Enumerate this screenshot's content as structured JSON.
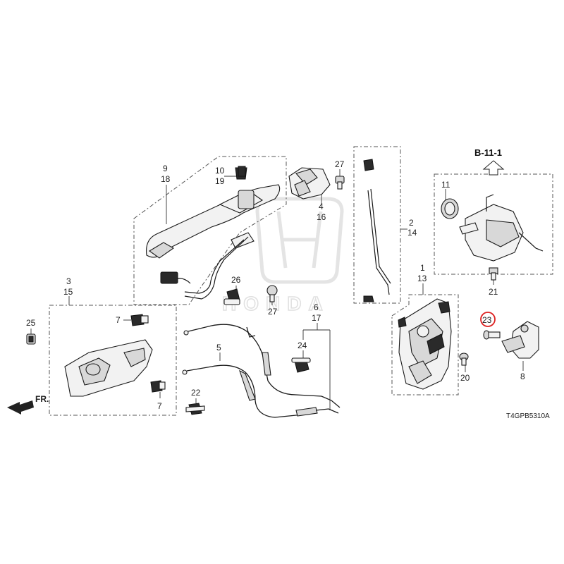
{
  "diagram": {
    "drawing_code": "T4GPB5310A",
    "reference": "B-11-1",
    "direction_label": "FR.",
    "watermark_brand": "HONDA",
    "highlighted_label": "23",
    "callouts": {
      "c9": "9",
      "c18": "18",
      "c10": "10",
      "c19": "19",
      "c4": "4",
      "c16": "16",
      "c27a": "27",
      "c27b": "27",
      "c2": "2",
      "c14": "14",
      "c11": "11",
      "c21": "21",
      "c1": "1",
      "c13": "13",
      "c23": "23",
      "c8": "8",
      "c20": "20",
      "c3": "3",
      "c15": "15",
      "c25": "25",
      "c26": "26",
      "c7a": "7",
      "c7b": "7",
      "c6": "6",
      "c17": "17",
      "c24": "24",
      "c5": "5",
      "c22": "22"
    }
  }
}
